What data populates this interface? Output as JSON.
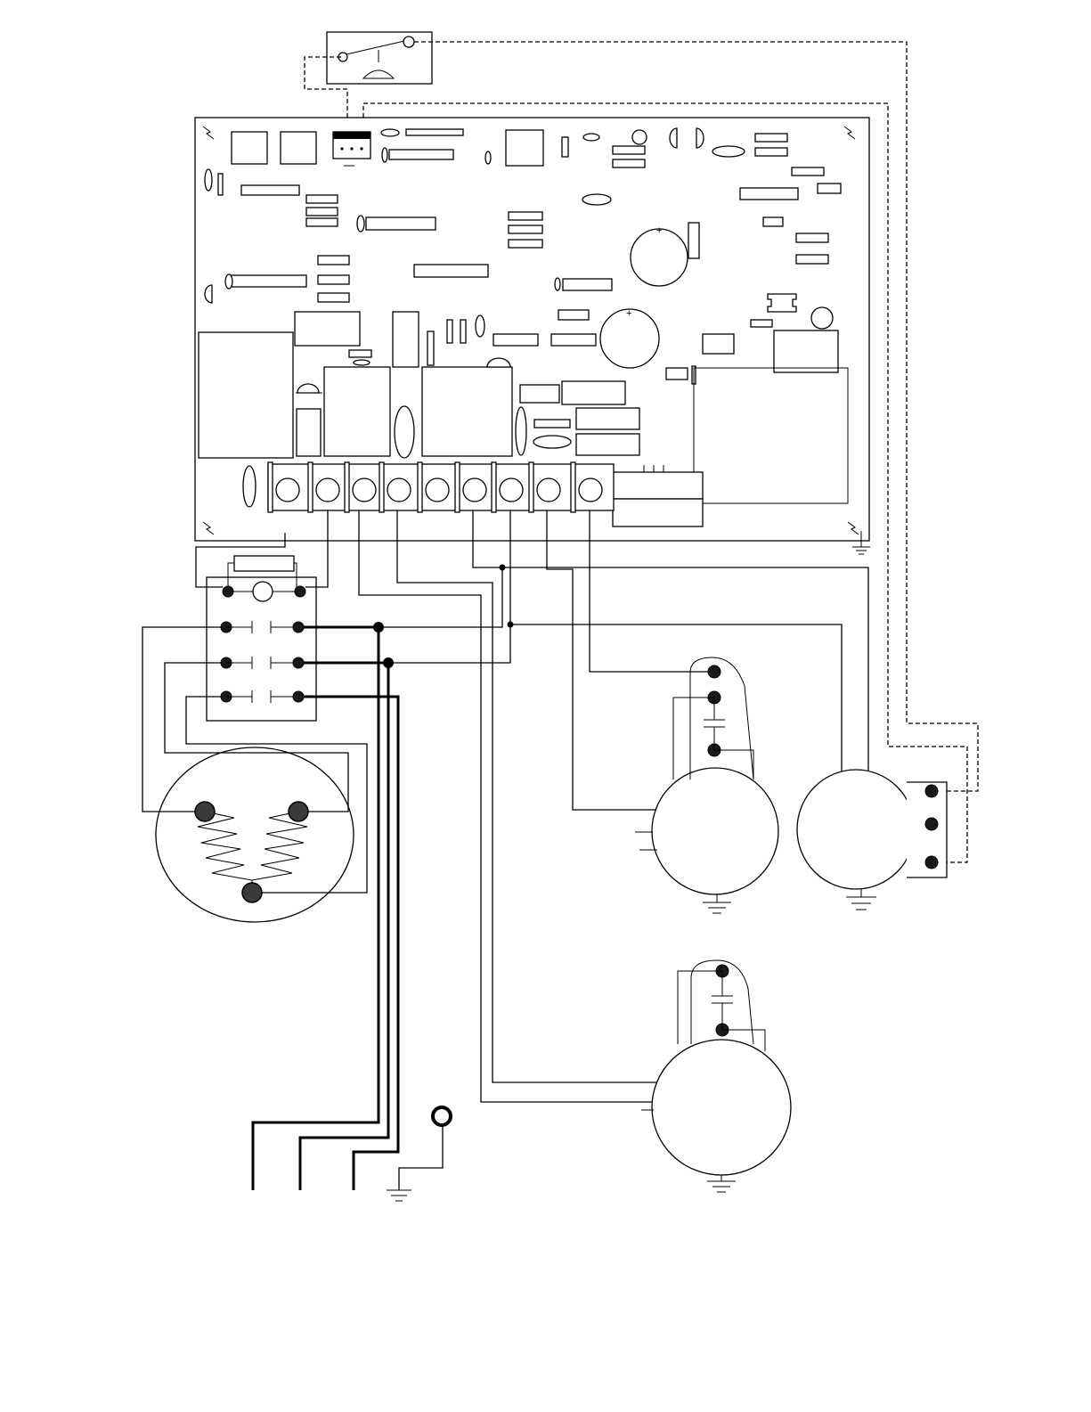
{
  "diagram": {
    "type": "wiring-schematic",
    "components": [
      {
        "id": "limit-switch",
        "kind": "thermal limit switch"
      },
      {
        "id": "control-board",
        "kind": "printed circuit control board"
      },
      {
        "id": "terminal-block",
        "kind": "screw terminal strip",
        "terminal_count": 9
      },
      {
        "id": "relay",
        "kind": "relay with coil and three contact sets"
      },
      {
        "id": "heating-element",
        "kind": "zig-zag resistive heater",
        "terminals": 3
      },
      {
        "id": "motor-1",
        "kind": "motor with run capacitor"
      },
      {
        "id": "motor-2",
        "kind": "motor with three terminal plug"
      },
      {
        "id": "motor-3",
        "kind": "motor with run capacitor"
      },
      {
        "id": "ground-lug",
        "kind": "ground ring terminal"
      }
    ],
    "supply_leads": 3,
    "colors": {
      "line": "#000000",
      "background": "#ffffff"
    }
  }
}
